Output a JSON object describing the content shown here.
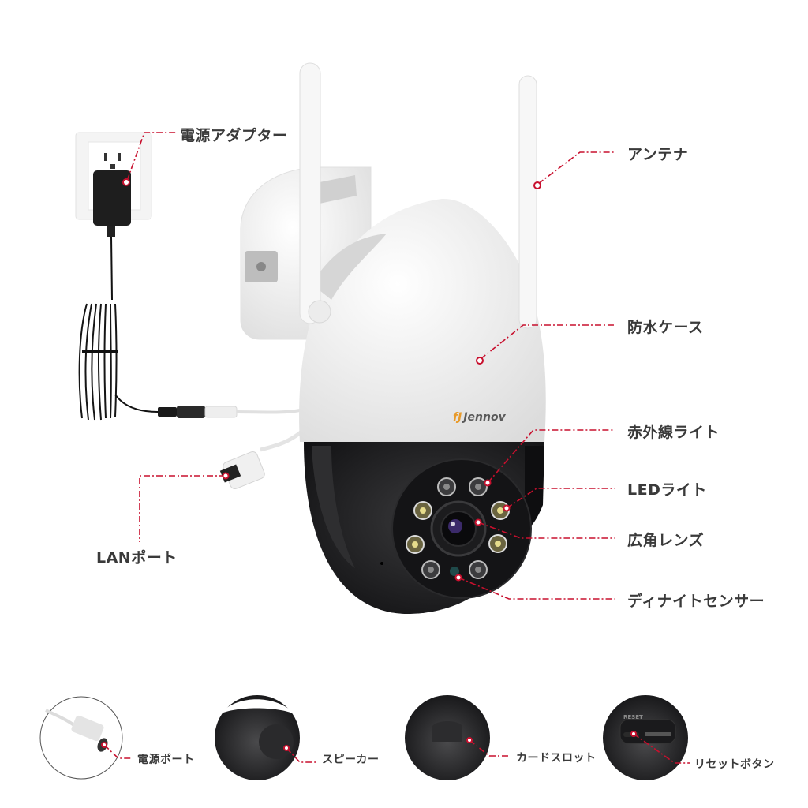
{
  "brand": {
    "logo_mark": "fJ",
    "name": "Jennov"
  },
  "callouts": {
    "power_adapter": "電源アダプター",
    "antenna": "アンテナ",
    "waterproof_case": "防水ケース",
    "ir_light": "赤外線ライト",
    "led_light": "LEDライト",
    "wide_lens": "広角レンズ",
    "lan_port": "LANポート",
    "day_night_sensor": "ディナイトセンサー"
  },
  "details": [
    {
      "label": "電源ポート"
    },
    {
      "label": "スピーカー"
    },
    {
      "label": "カードスロット"
    },
    {
      "label": "リセットボタン"
    }
  ],
  "reset_panel_text": "RESET",
  "colors": {
    "callout_line": "#c8102e",
    "label_text": "#3a3a3a",
    "camera_white": "#f2f2f2",
    "camera_black": "#1c1c1e",
    "brand_orange": "#e89a2a"
  }
}
